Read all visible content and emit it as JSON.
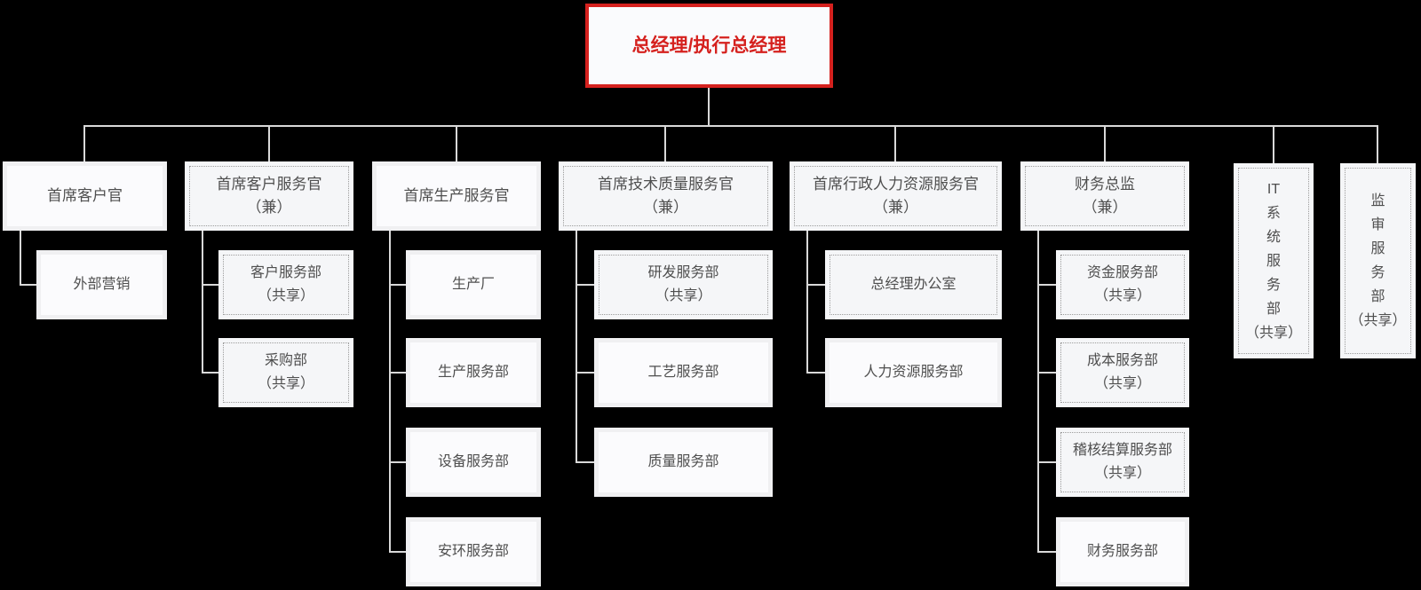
{
  "colors": {
    "accent": "#d5211e",
    "connector": "#d9d9d9",
    "box_fill": "#f5f6f8",
    "text": "#4f4f4f"
  },
  "chart": {
    "root": {
      "label": "总经理/执行总经理"
    },
    "columns": [
      {
        "top": {
          "label": "首席客户官"
        },
        "children": [
          {
            "label": "外部营销"
          }
        ]
      },
      {
        "top": {
          "label": "首席客户服务官\n（兼）"
        },
        "children": [
          {
            "label": "客户服务部\n（共享）"
          },
          {
            "label": "采购部\n（共享）"
          }
        ]
      },
      {
        "top": {
          "label": "首席生产服务官"
        },
        "children": [
          {
            "label": "生产厂"
          },
          {
            "label": "生产服务部"
          },
          {
            "label": "设备服务部"
          },
          {
            "label": "安环服务部"
          }
        ]
      },
      {
        "top": {
          "label": "首席技术质量服务官\n（兼）"
        },
        "children": [
          {
            "label": "研发服务部\n（共享）"
          },
          {
            "label": "工艺服务部"
          },
          {
            "label": "质量服务部"
          }
        ]
      },
      {
        "top": {
          "label": "首席行政人力资源服务官\n（兼）"
        },
        "children": [
          {
            "label": "总经理办公室"
          },
          {
            "label": "人力资源服务部"
          }
        ]
      },
      {
        "top": {
          "label": "财务总监\n（兼）"
        },
        "children": [
          {
            "label": "资金服务部\n（共享）"
          },
          {
            "label": "成本服务部\n（共享）"
          },
          {
            "label": "稽核结算服务部\n（共享）"
          },
          {
            "label": "财务服务部"
          }
        ]
      }
    ],
    "standalone": [
      {
        "label": "IT\n系\n统\n服\n务\n部\n（共享）"
      },
      {
        "label": "监\n审\n服\n务\n部\n（共享）"
      }
    ]
  }
}
